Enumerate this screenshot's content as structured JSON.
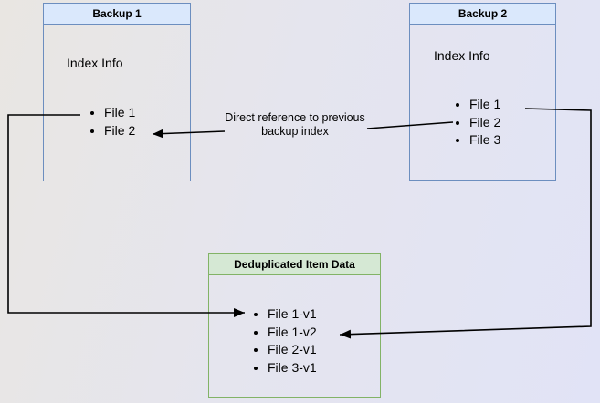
{
  "diagram": {
    "backup1": {
      "title": "Backup 1",
      "subtitle": "Index Info",
      "items": [
        "File 1",
        "File 2"
      ]
    },
    "backup2": {
      "title": "Backup 2",
      "subtitle": "Index Info",
      "items": [
        "File 1",
        "File 2",
        "File 3"
      ]
    },
    "dedup": {
      "title": "Deduplicated Item Data",
      "items": [
        "File 1-v1",
        "File 1-v2",
        "File 2-v1",
        "File 3-v1"
      ]
    },
    "edges": {
      "reference_label": "Direct reference to previous backup index"
    },
    "colors": {
      "blue_fill": "#dae8fc",
      "blue_border": "#6c8ebf",
      "green_fill": "#d5e8d4",
      "green_border": "#82b366",
      "arrow": "#000000",
      "background_start": "#e9e6e2",
      "background_end": "#e1e3f6"
    }
  }
}
